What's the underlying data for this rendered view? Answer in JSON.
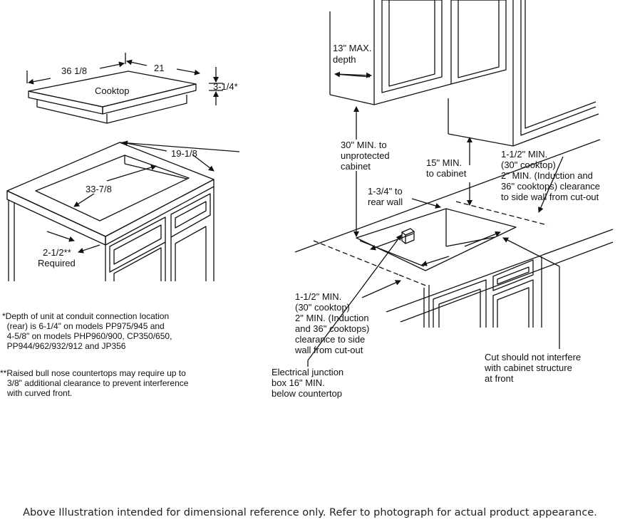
{
  "cooktop_label": "Cooktop",
  "dims": {
    "width": "36 1/8",
    "depth": "21",
    "height": "3-1/4*",
    "cutout_depth": "19-1/8",
    "cutout_width": "33-7/8",
    "front_clearance_value": "2-1/2**",
    "front_clearance_note": "Required"
  },
  "clearances": {
    "cabinet_depth": [
      "13\" MAX.",
      "depth"
    ],
    "unprotected_cabinet": [
      "30\" MIN. to",
      "unprotected",
      "cabinet"
    ],
    "to_cabinet": [
      "15\" MIN.",
      "to cabinet"
    ],
    "rear_wall": [
      "1-3/4\" to",
      "rear wall"
    ],
    "side_wall_right": [
      "1-1/2\" MIN.",
      "(30\" cooktop)",
      "2\" MIN. (Induction and",
      "36\" cooktops) clearance",
      "to side wall from cut-out"
    ],
    "side_wall_left": [
      "1-1/2\" MIN.",
      "(30\" cooktop)",
      "2\" MIN. (Induction",
      "and 36\" cooktops)",
      "clearance to side",
      "wall from cut-out"
    ],
    "junction_box": [
      "Electrical junction",
      "box 16\" MIN.",
      "below countertop"
    ],
    "cut_note": [
      "Cut should not interfere",
      "with cabinet structure",
      "at front"
    ]
  },
  "footnotes": {
    "depth_note": "*Depth of unit at conduit connection location\n  (rear) is 6-1/4\" on models PP975/945 and\n  4-5/8\" on models PHP960/900, CP350/650,\n  PP944/962/932/912 and JP356",
    "bullnose_note": "**Raised bull nose countertops may require up to\n   3/8\" additional clearance to prevent interference\n   with curved front."
  },
  "caption": "Above Illustration intended for dimensional reference only. Refer to photograph for actual product appearance."
}
